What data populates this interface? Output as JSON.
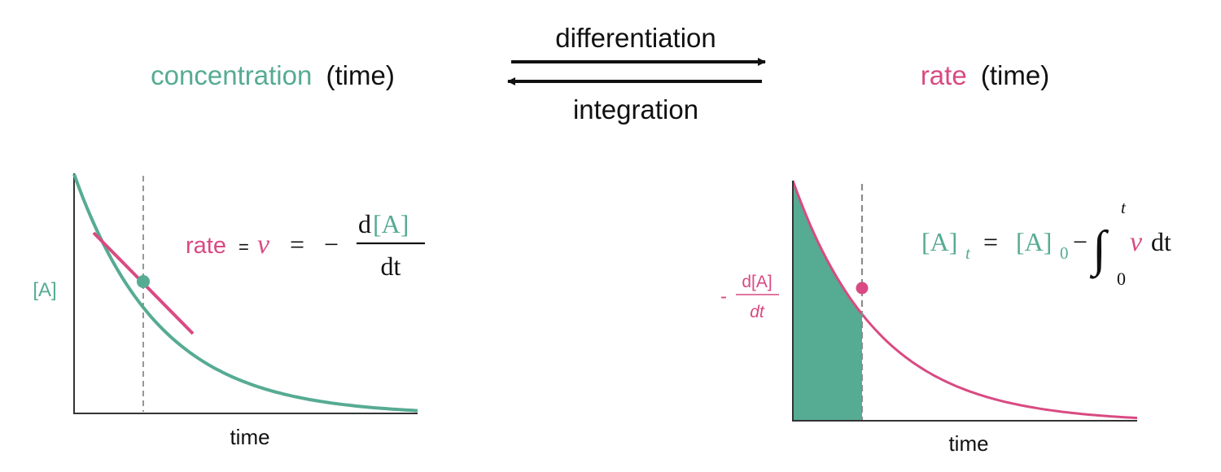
{
  "colors": {
    "concentration": "#56ab93",
    "rate": "#d94a82",
    "ink": "#111111",
    "dashed": "#8c8c8c"
  },
  "header": {
    "left_title_colored": "concentration",
    "left_title_plain": "(time)",
    "right_title_colored": "rate",
    "right_title_plain": "(time)",
    "arrow_top_label": "differentiation",
    "arrow_bottom_label": "integration"
  },
  "left_plot": {
    "y_label": "[A]",
    "x_label": "time",
    "equation": {
      "rate_word": "rate",
      "eq1": "=",
      "nu": "ν",
      "eq2": "=",
      "minus": "−",
      "num_d": "d",
      "num_A": "[A]",
      "den": "dt"
    }
  },
  "right_plot": {
    "y_label_minus": "-",
    "y_label_num": "d[A]",
    "y_label_den": "dt",
    "x_label": "time",
    "equation": {
      "lhs_A": "[A]",
      "lhs_sub": "t",
      "eq": "=",
      "rhs_A": "[A]",
      "rhs_sub": "0",
      "minus": "−",
      "integral": "∫",
      "upper": "t",
      "lower": "0",
      "nu": "ν",
      "dt": "dt"
    }
  }
}
